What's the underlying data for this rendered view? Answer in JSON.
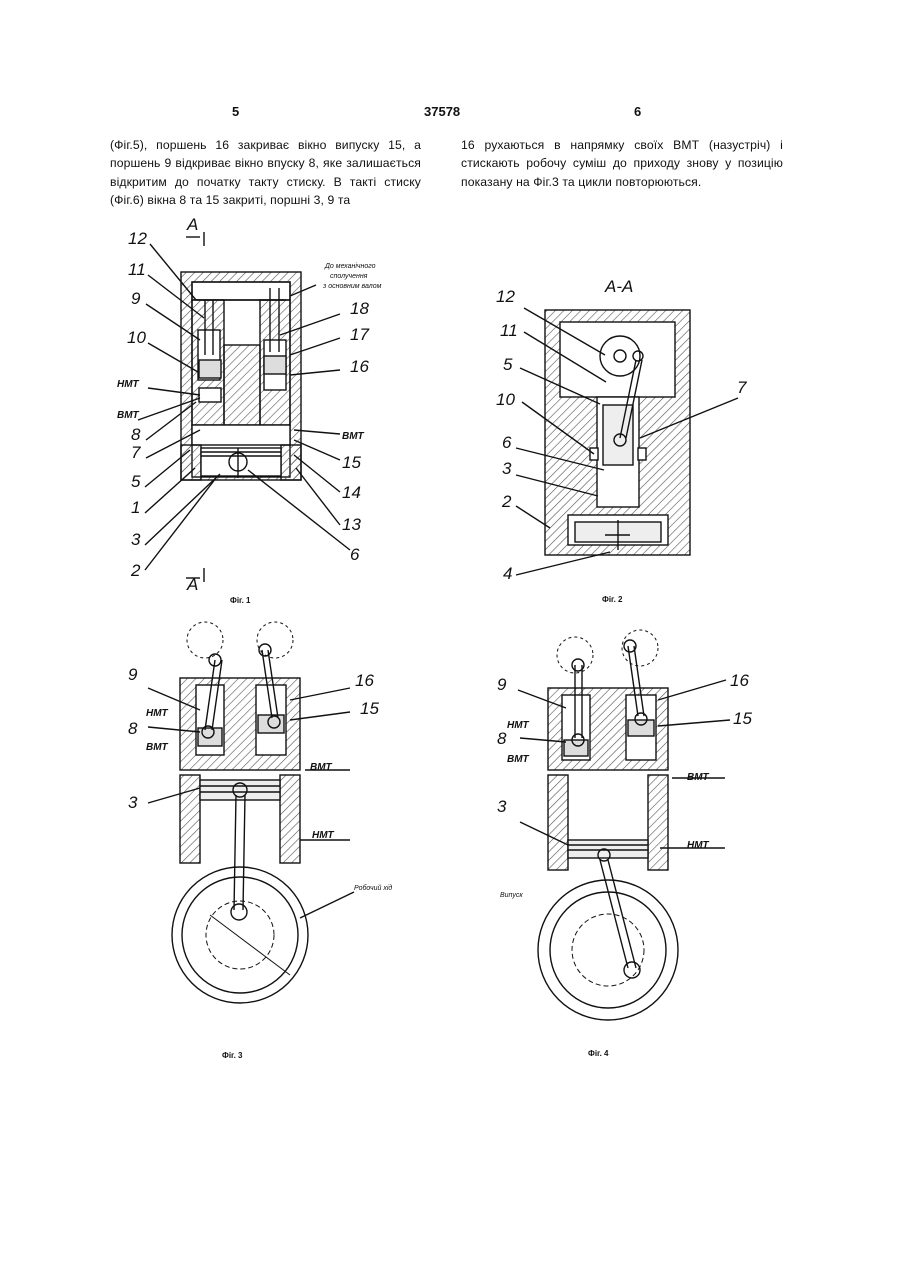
{
  "header": {
    "page_left": "5",
    "patent_number": "37578",
    "page_right": "6"
  },
  "text": {
    "left_column": "(Фіг.5), поршень 16 закриває вікно випуску 15, а поршень 9 відкриває вікно впуску 8, яке залишається відкритим до початку такту стиску. В такті стиску (Фіг.6) вікна 8 та 15 закриті, поршні 3, 9 та",
    "right_column": "16 рухаються в напрямку своїх ВМТ (назустріч) і стискають робочу суміш до приходу знову у позицію показану на Фіг.3 та цикли повторюються."
  },
  "figures": {
    "fig1": {
      "caption": "Фіг. 1",
      "section_mark": "A",
      "note": [
        "До механічного",
        "сполучення",
        "з основним валом"
      ],
      "labels": {
        "n12": "12",
        "n11": "11",
        "n9": "9",
        "n10": "10",
        "nmt": "НМТ",
        "vmt": "ВМТ",
        "n8": "8",
        "n7": "7",
        "n5": "5",
        "n1": "1",
        "n3": "3",
        "n2": "2",
        "n18": "18",
        "n17": "17",
        "n16": "16",
        "vmt_r": "ВМТ",
        "n15": "15",
        "n14": "14",
        "n13": "13",
        "n6": "6"
      }
    },
    "fig2": {
      "caption": "Фіг. 2",
      "title": "А-А",
      "labels": {
        "n12": "12",
        "n11": "11",
        "n5": "5",
        "n10": "10",
        "n6": "6",
        "n3": "3",
        "n2": "2",
        "n4": "4",
        "n7": "7"
      }
    },
    "fig3": {
      "caption": "Фіг. 3",
      "labels": {
        "n9": "9",
        "nmt": "НМТ",
        "n8": "8",
        "vmt": "ВМТ",
        "n3": "3",
        "n16": "16",
        "n15": "15",
        "vmt_r": "ВМТ",
        "nmt_r": "НМТ"
      },
      "stroke_note": "Робочий хід"
    },
    "fig4": {
      "caption": "Фіг. 4",
      "labels": {
        "n9": "9",
        "nmt": "НМТ",
        "n8": "8",
        "vmt": "ВМТ",
        "n3": "3",
        "n16": "16",
        "n15": "15",
        "vmt_r": "ВМТ",
        "nmt_r": "НМТ"
      },
      "exhaust_note": "Випуск"
    }
  },
  "colors": {
    "ink": "#111111",
    "paper": "#ffffff",
    "hatch": "#555555"
  }
}
